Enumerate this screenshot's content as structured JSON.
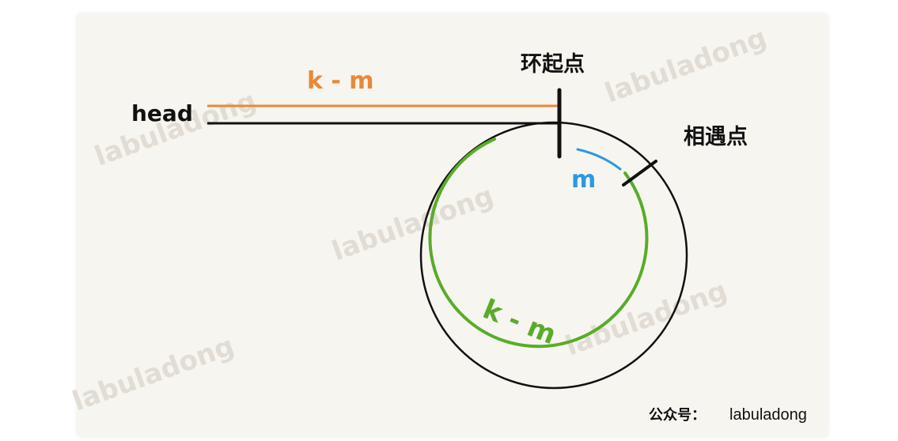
{
  "labels": {
    "head": "head",
    "orange_segment": "k - m",
    "loop_start": "环起点",
    "meeting_point": "相遇点",
    "blue_arc": "m",
    "green_arc": "k - m"
  },
  "watermark_text": "labuladong",
  "footer": {
    "prefix": "公众号：",
    "name": "labuladong"
  },
  "colors": {
    "orange": "#e8893a",
    "green": "#5aab2a",
    "blue": "#2a9ae0",
    "black": "#111111",
    "watermark": "#e2ddd4"
  }
}
